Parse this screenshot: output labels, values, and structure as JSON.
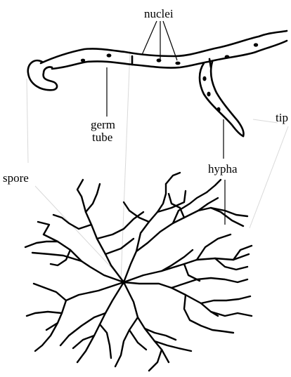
{
  "labels": {
    "nuclei": "nuclei",
    "germ": "germ",
    "tube": "tube",
    "spore": "spore",
    "hypha": "hypha",
    "tip": "tip"
  },
  "colors": {
    "ink": "#000000",
    "guide": "#d9d9d9"
  }
}
